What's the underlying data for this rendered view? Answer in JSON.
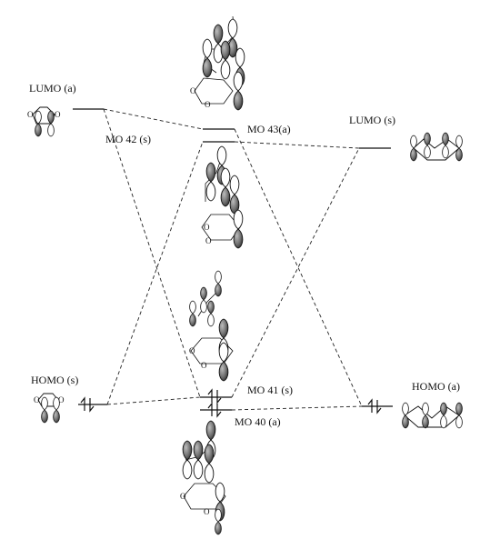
{
  "labels": {
    "lumo_a": "LUMO (a)",
    "mo42": "MO 42 (s)",
    "mo43": "MO 43(a)",
    "lumo_s": "LUMO (s)",
    "homo_s": "HOMO (s)",
    "mo41": "MO 41 (s)",
    "mo40": "MO 40 (a)",
    "homo_a": "HOMO (a)"
  },
  "atom_labels": {
    "oxygen": "O"
  },
  "colors": {
    "line": "#111111",
    "lobe_dark": "#6f6f6f",
    "lobe_light": "#ffffff"
  }
}
